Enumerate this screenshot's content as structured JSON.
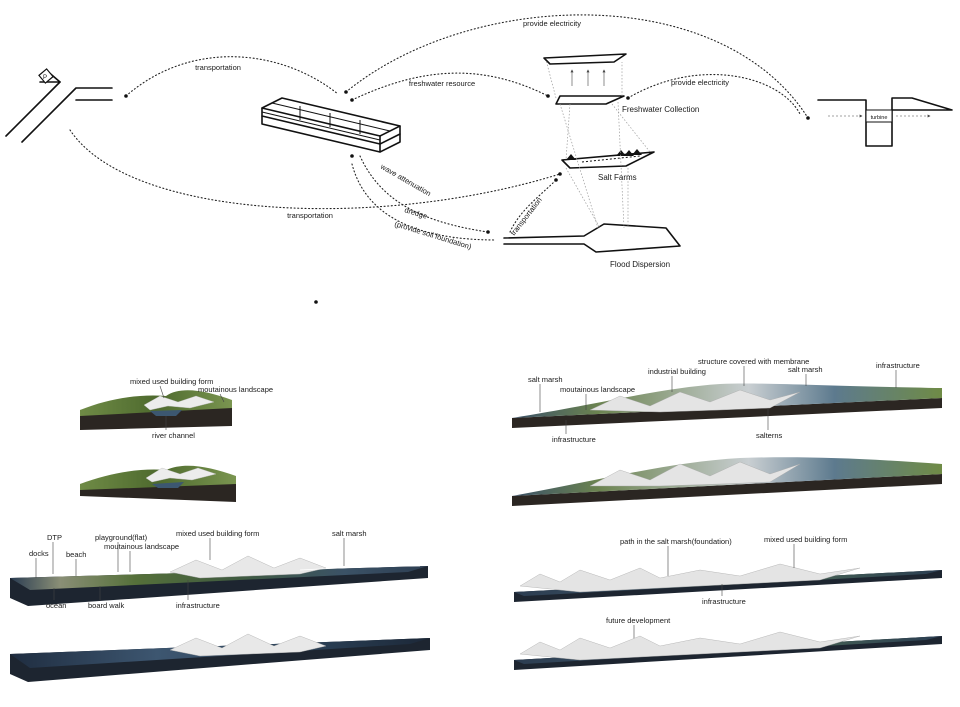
{
  "diagram": {
    "flows": {
      "provide_electricity_top": "provide electricity",
      "transportation_top": "transportation",
      "freshwater_resource": "freshwater resource",
      "provide_electricity_right": "provide electricity",
      "wave_attenuation": "wave attenuation",
      "transportation_bottom": "transportation",
      "dredge_line1": "dredge",
      "dredge_line2": "(provide soil foundation)",
      "transportation_diag": "transportation"
    },
    "nodes": {
      "freshwater_collection": "Freshwater Collection",
      "salt_farms": "Salt Farms",
      "flood_dispersion": "Flood Dispersion",
      "turbine": "turbine"
    }
  },
  "models": {
    "small_top": {
      "labels": [
        "mixed used building form",
        "moutainous landscape",
        "river channel"
      ]
    },
    "left_long": {
      "labels": [
        "DTP",
        "playground(flat)",
        "mixed used building form",
        "salt marsh",
        "docks",
        "beach",
        "moutainous landscape",
        "ocean",
        "board walk",
        "infrastructure"
      ]
    },
    "right_top": {
      "labels": [
        "structure covered with membrane",
        "salt marsh",
        "industrial building",
        "salt marsh",
        "infrastructure",
        "moutainous landscape",
        "infrastructure",
        "salterns"
      ]
    },
    "right_bottom": {
      "labels": [
        "path in the salt marsh(foundation)",
        "mixed used building form",
        "infrastructure",
        "future development"
      ]
    }
  },
  "colors": {
    "ink": "#111111",
    "grass": "#5f7a3a",
    "water": "#2f4a66",
    "soil": "#2b2622",
    "membrane": "#e8e8e8"
  }
}
